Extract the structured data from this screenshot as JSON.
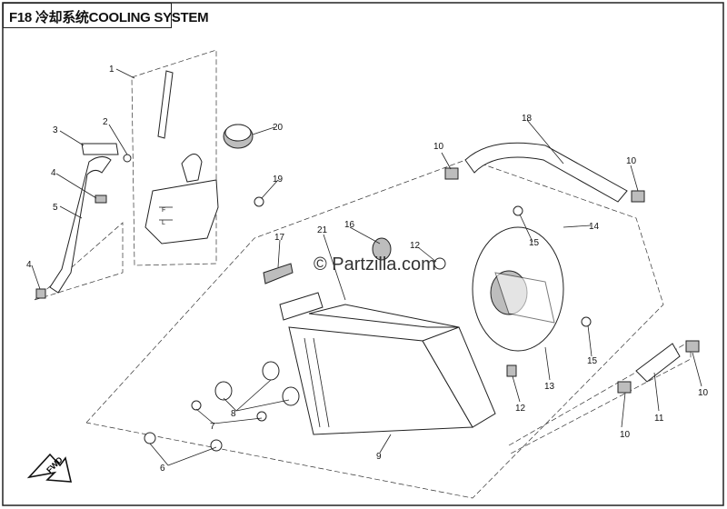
{
  "diagram": {
    "code": "F18",
    "title": "冷却系统COOLING SYSTEM",
    "watermark": "© Partzilla.com",
    "fwd_label": "FWD",
    "callouts": [
      "1",
      "2",
      "3",
      "4",
      "5",
      "4",
      "6",
      "7",
      "8",
      "9",
      "10",
      "10",
      "10",
      "10",
      "11",
      "12",
      "12",
      "13",
      "14",
      "15",
      "15",
      "16",
      "17",
      "18",
      "19",
      "20",
      "21"
    ]
  }
}
